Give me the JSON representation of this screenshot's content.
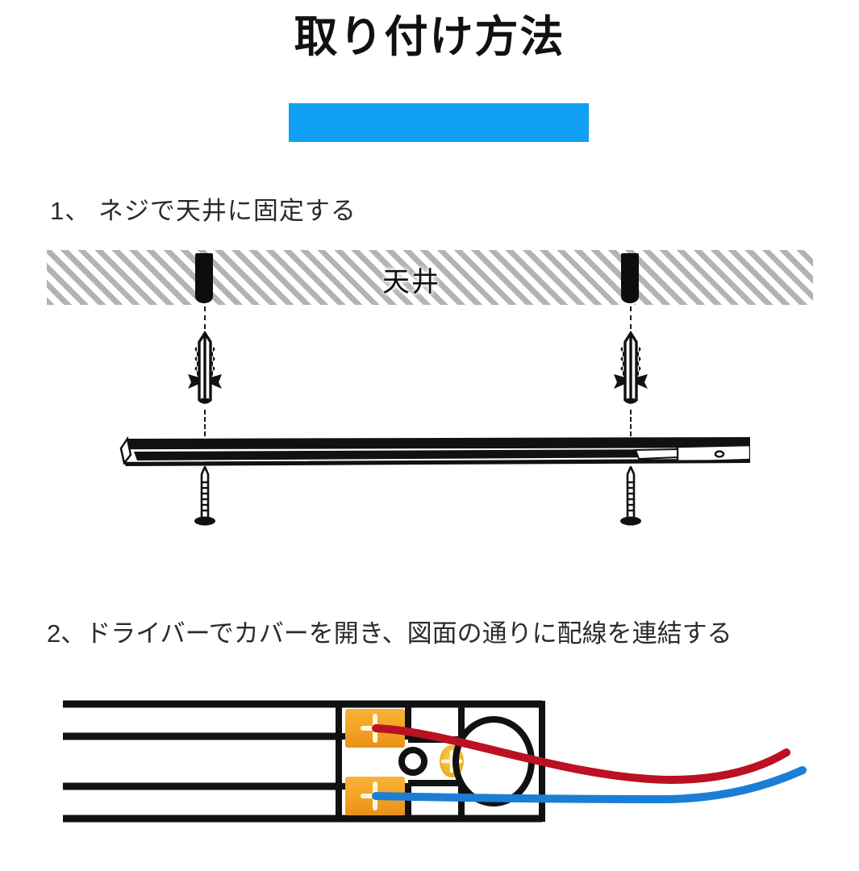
{
  "header": {
    "title": "取り付け方法",
    "accent_bar_color": "#109ff2"
  },
  "steps": [
    {
      "number": "1",
      "text": "1、 ネジで天井に固定する",
      "figure": {
        "ceiling_label": "天井",
        "parts": [
          "ceiling-hole",
          "wall-anchor",
          "light-fixture-bar",
          "mounting-screw"
        ]
      }
    },
    {
      "number": "2",
      "text": "2、ドライバーでカバーを開き、図面の通りに配線を連結する",
      "figure": {
        "terminals": [
          {
            "id": "terminal-live",
            "wire": "red"
          },
          {
            "id": "terminal-neutral",
            "wire": "blue"
          }
        ],
        "parts": [
          "terminal-block",
          "cross-screw",
          "cable-gland-ring",
          "red-wire",
          "blue-wire"
        ]
      }
    }
  ],
  "colors": {
    "accent_blue": "#109ff2",
    "wire_red": "#bb1122",
    "wire_blue": "#1a7fd4",
    "terminal_orange": "#f5a623",
    "terminal_orange_dark": "#e8901a",
    "hatch_gray": "#b3b3b3",
    "line_black": "#111111",
    "background": "#ffffff"
  }
}
